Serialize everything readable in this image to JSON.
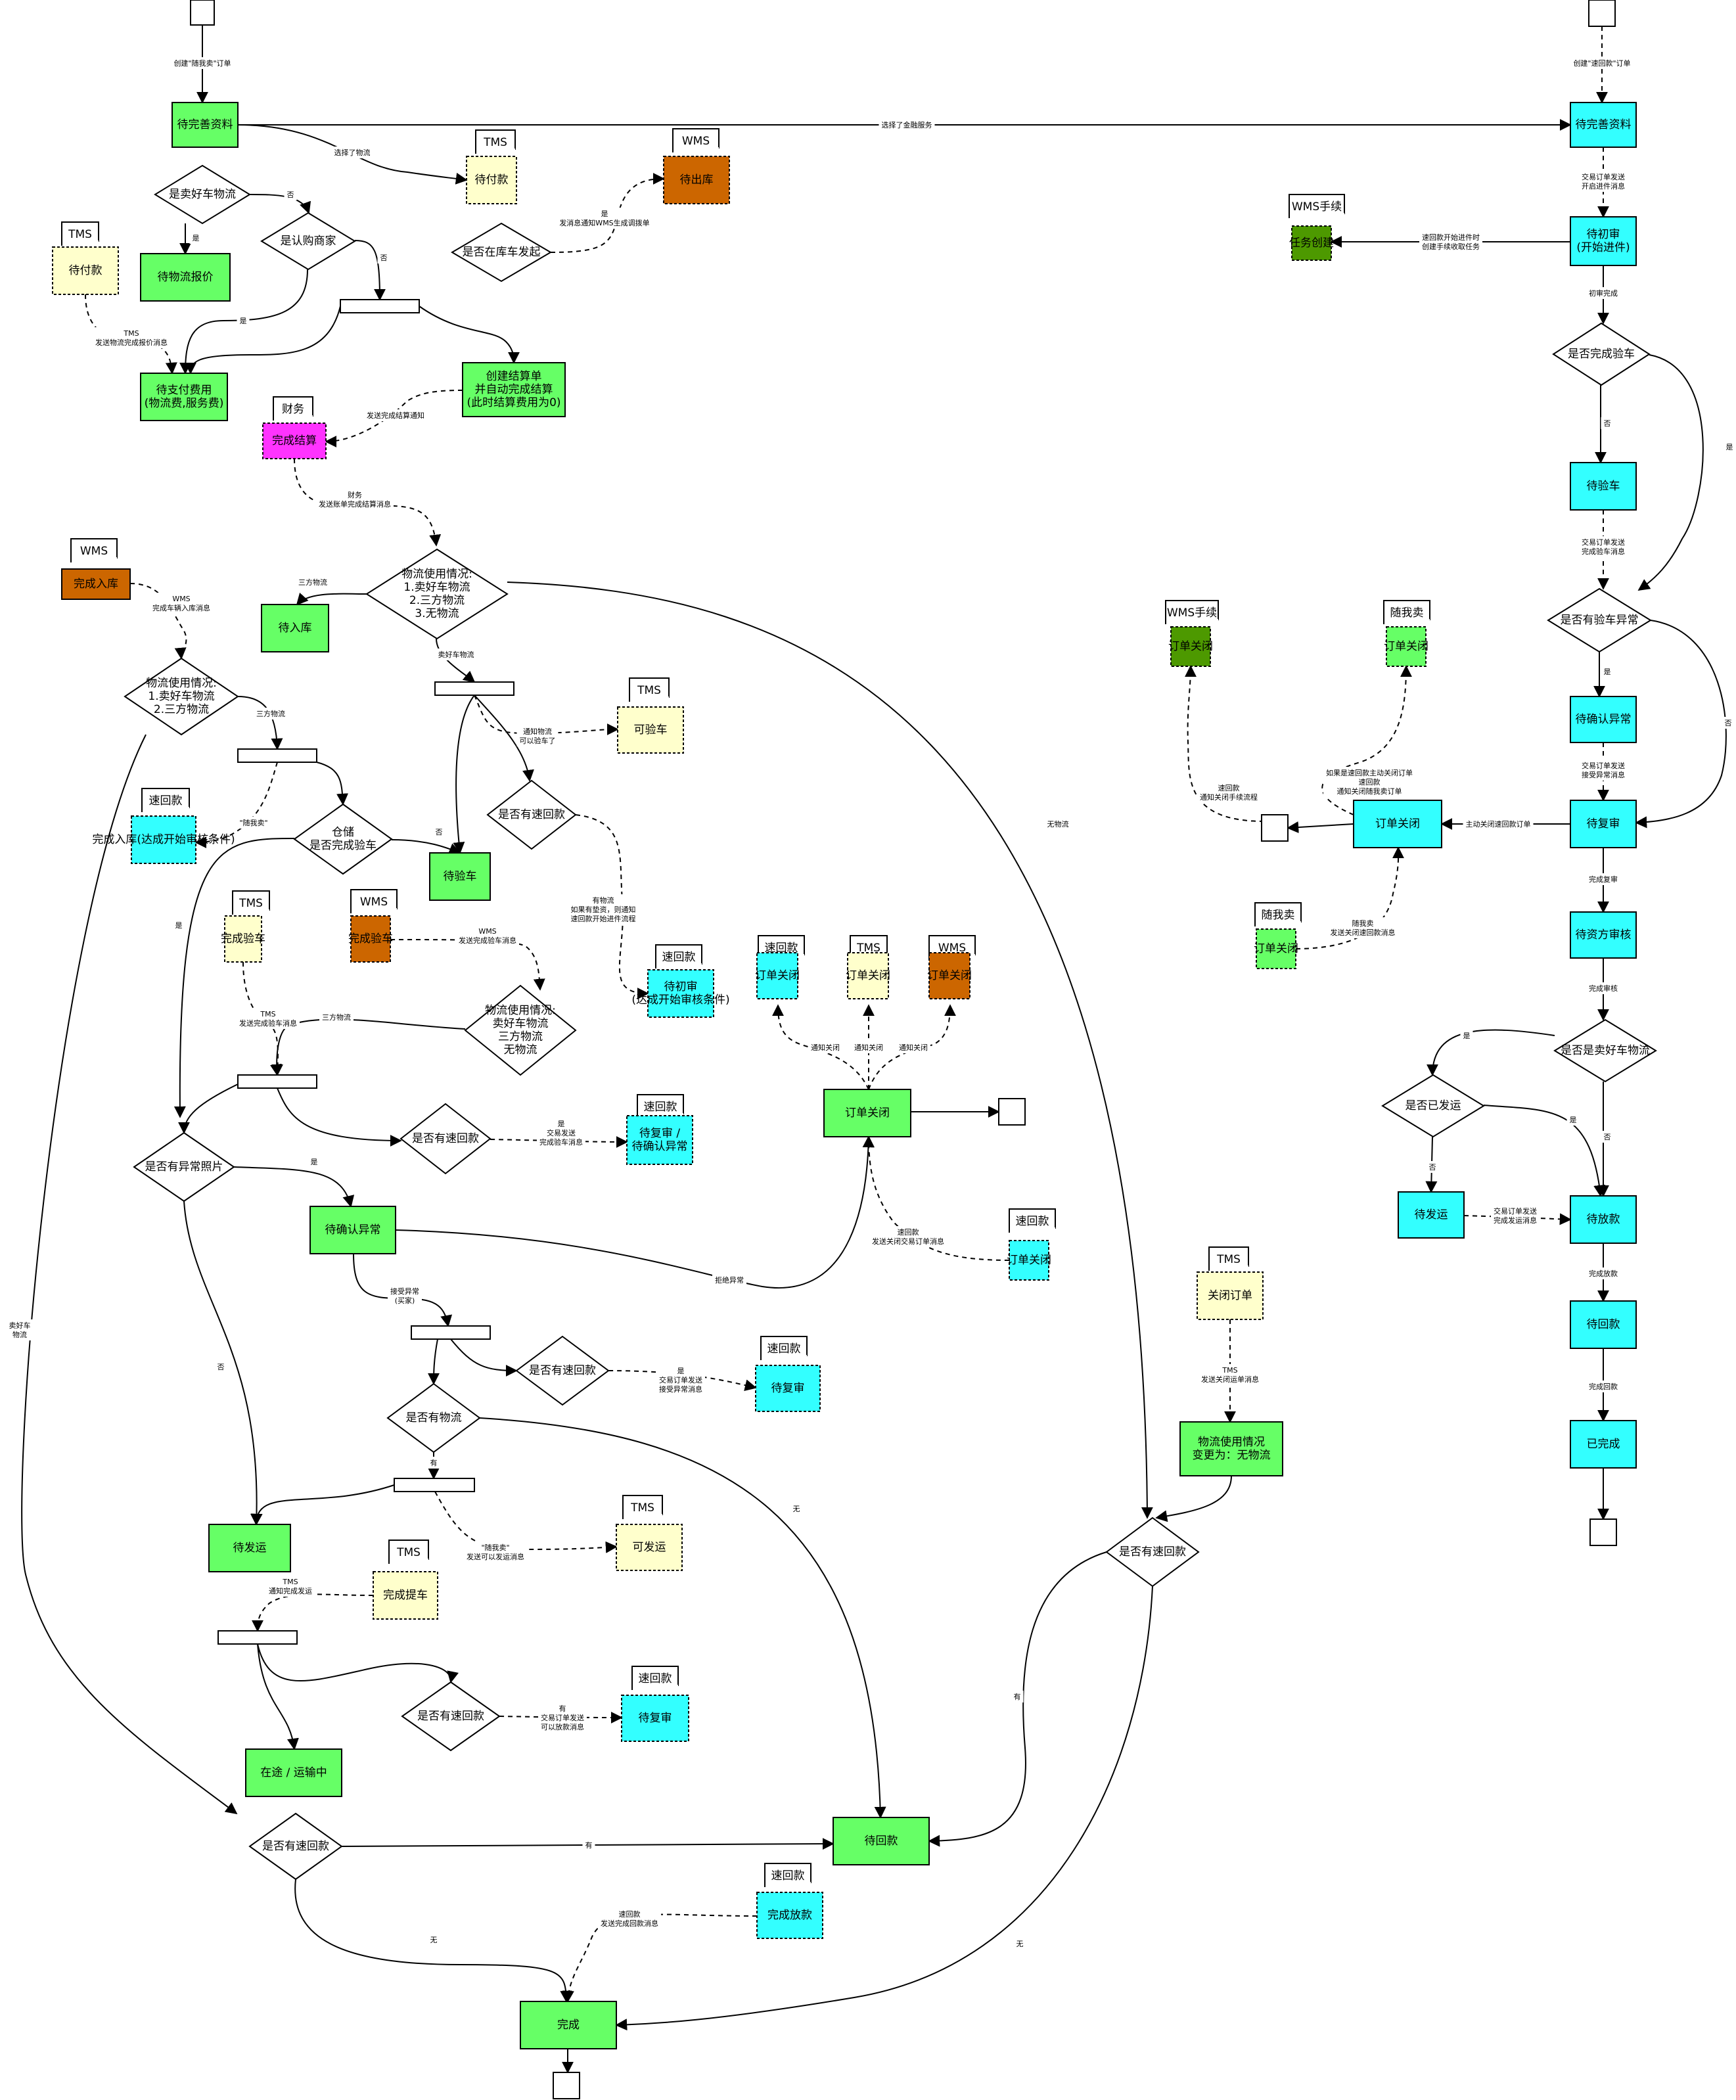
{
  "nodes": [
    {
      "id": "start1",
      "shape": "term",
      "lines": []
    },
    {
      "id": "start2",
      "shape": "term",
      "lines": []
    },
    {
      "id": "daiwanshan",
      "shape": "rect",
      "color": "green",
      "lines": [
        "待完善资料"
      ]
    },
    {
      "id": "daiwanshan_r",
      "shape": "rect",
      "color": "cyan",
      "lines": [
        "待完善资料"
      ]
    },
    {
      "id": "dai_fukuan_tms",
      "shape": "dashed",
      "color": "yellow",
      "lines": [
        "待付款"
      ]
    },
    {
      "id": "dai_chuku",
      "shape": "dashed",
      "color": "orange",
      "lines": [
        "待出库"
      ]
    },
    {
      "id": "q_maihaoche",
      "shape": "diamond",
      "lines": [
        "是卖好车物流"
      ]
    },
    {
      "id": "q_zaikuche",
      "shape": "diamond",
      "lines": [
        "是否在库车发起"
      ]
    },
    {
      "id": "q_rengou",
      "shape": "diamond",
      "lines": [
        "是认购商家"
      ]
    },
    {
      "id": "dai_wuliubaojia",
      "shape": "rect",
      "color": "green",
      "lines": [
        "待物流报价"
      ]
    },
    {
      "id": "dai_fukuan_left",
      "shape": "dashed",
      "color": "yellow",
      "lines": [
        "待付款"
      ]
    },
    {
      "id": "bar1",
      "shape": "bar",
      "lines": []
    },
    {
      "id": "dai_zhifu",
      "shape": "rect",
      "color": "green",
      "lines": [
        "待支付费用",
        "(物流费,服务费)"
      ]
    },
    {
      "id": "chuangjian_jiesuan",
      "shape": "rect",
      "color": "green",
      "lines": [
        "创建结算单",
        "并自动完成结算",
        "(此时结算费用为0)"
      ]
    },
    {
      "id": "wancheng_jiesuan",
      "shape": "dashed",
      "color": "magenta",
      "lines": [
        "完成结算"
      ]
    },
    {
      "id": "q_wuliu1",
      "shape": "diamond",
      "lines": [
        "物流使用情况:",
        "1.卖好车物流",
        "2.三方物流",
        "3.无物流"
      ]
    },
    {
      "id": "wancheng_ruku1",
      "shape": "rect",
      "color": "orange",
      "lines": [
        "完成入库"
      ]
    },
    {
      "id": "dai_ruku",
      "shape": "rect",
      "color": "green",
      "lines": [
        "待入库"
      ]
    },
    {
      "id": "q_wuliu2",
      "shape": "diamond",
      "lines": [
        "物流使用情况:",
        "1.卖好车物流",
        "2.三方物流"
      ]
    },
    {
      "id": "bar2",
      "shape": "bar",
      "lines": []
    },
    {
      "id": "keyanche",
      "shape": "dashed",
      "color": "yellow",
      "lines": [
        "可验车"
      ]
    },
    {
      "id": "q_suhuikuan1",
      "shape": "diamond",
      "lines": [
        "是否有速回款"
      ]
    },
    {
      "id": "bar3",
      "shape": "bar",
      "lines": []
    },
    {
      "id": "wancheng_ruku2",
      "shape": "dashed",
      "color": "cyan",
      "lines": [
        "完成入库(达成开始审核条件)"
      ]
    },
    {
      "id": "q_cangchu",
      "shape": "diamond",
      "lines": [
        "仓储",
        "是否完成验车"
      ]
    },
    {
      "id": "dai_yanche_l",
      "shape": "rect",
      "color": "green",
      "lines": [
        "待验车"
      ]
    },
    {
      "id": "wancheng_yanche_tms",
      "shape": "dashed",
      "color": "yellow",
      "lines": [
        "完成验车"
      ]
    },
    {
      "id": "wancheng_yanche_wms",
      "shape": "dashed",
      "color": "orange",
      "lines": [
        "完成验车"
      ]
    },
    {
      "id": "dai_chushen_l",
      "shape": "dashed",
      "color": "cyan",
      "lines": [
        "待初审",
        "(达成开始审核条件)"
      ]
    },
    {
      "id": "q_wuliu3",
      "shape": "diamond",
      "lines": [
        "物流使用情况:",
        "卖好车物流",
        "三方物流",
        "无物流"
      ]
    },
    {
      "id": "bar4",
      "shape": "bar",
      "lines": []
    },
    {
      "id": "q_suhuikuan2",
      "shape": "diamond",
      "lines": [
        "是否有速回款"
      ]
    },
    {
      "id": "dai_fushen_l",
      "shape": "dashed",
      "color": "cyan",
      "lines": [
        "待复审 /",
        "待确认异常"
      ]
    },
    {
      "id": "q_yichangzhaopian",
      "shape": "diamond",
      "lines": [
        "是否有异常照片"
      ]
    },
    {
      "id": "dai_queren_l",
      "shape": "rect",
      "color": "green",
      "lines": [
        "待确认异常"
      ]
    },
    {
      "id": "dingdan_guanbi_c",
      "shape": "rect",
      "color": "green",
      "lines": [
        "订单关闭"
      ]
    },
    {
      "id": "term_close_c",
      "shape": "term",
      "lines": []
    },
    {
      "id": "s_guanbi1",
      "shape": "dashed",
      "color": "cyan",
      "lines": [
        "订单关闭"
      ]
    },
    {
      "id": "s_guanbi2",
      "shape": "dashed",
      "color": "yellow",
      "lines": [
        "订单关闭"
      ]
    },
    {
      "id": "s_guanbi3",
      "shape": "dashed",
      "color": "orange",
      "lines": [
        "订单关闭"
      ]
    },
    {
      "id": "s_guanbi4",
      "shape": "dashed",
      "color": "cyan",
      "lines": [
        "订单关闭"
      ]
    },
    {
      "id": "bar5",
      "shape": "bar",
      "lines": []
    },
    {
      "id": "q_suhuikuan3",
      "shape": "diamond",
      "lines": [
        "是否有速回款"
      ]
    },
    {
      "id": "dai_fushen2",
      "shape": "dashed",
      "color": "cyan",
      "lines": [
        "待复审"
      ]
    },
    {
      "id": "q_youwuliu",
      "shape": "diamond",
      "lines": [
        "是否有物流"
      ]
    },
    {
      "id": "bar6",
      "shape": "bar",
      "lines": []
    },
    {
      "id": "kefayun",
      "shape": "dashed",
      "color": "yellow",
      "lines": [
        "可发运"
      ]
    },
    {
      "id": "dai_fayun_l",
      "shape": "rect",
      "color": "green",
      "lines": [
        "待发运"
      ]
    },
    {
      "id": "wancheng_tiche",
      "shape": "dashed",
      "color": "yellow",
      "lines": [
        "完成提车"
      ]
    },
    {
      "id": "bar7",
      "shape": "bar",
      "lines": []
    },
    {
      "id": "q_suhuikuan4",
      "shape": "diamond",
      "lines": [
        "是否有速回款"
      ]
    },
    {
      "id": "dai_fushen3",
      "shape": "dashed",
      "color": "cyan",
      "lines": [
        "待复审"
      ]
    },
    {
      "id": "zaitu",
      "shape": "rect",
      "color": "green",
      "lines": [
        "在途 / 运输中"
      ]
    },
    {
      "id": "q_suhuikuan5",
      "shape": "diamond",
      "lines": [
        "是否有速回款"
      ]
    },
    {
      "id": "dai_huikuan_c",
      "shape": "rect",
      "color": "green",
      "lines": [
        "待回款"
      ]
    },
    {
      "id": "wancheng_fangkuan",
      "shape": "dashed",
      "color": "cyan",
      "lines": [
        "完成放款"
      ]
    },
    {
      "id": "wancheng",
      "shape": "rect",
      "color": "green",
      "lines": [
        "完成"
      ]
    },
    {
      "id": "term_end_c",
      "shape": "term",
      "lines": []
    },
    {
      "id": "guanbi_dingdan_tms",
      "shape": "dashed",
      "color": "yellow",
      "lines": [
        "关闭订单"
      ]
    },
    {
      "id": "wuliu_biangeng",
      "shape": "rect",
      "color": "green",
      "lines": [
        "物流使用情况",
        "变更为：无物流"
      ]
    },
    {
      "id": "q_suhuikuan6",
      "shape": "diamond",
      "lines": [
        "是否有速回款"
      ]
    },
    {
      "id": "renwu_chuangjian",
      "shape": "dashed",
      "color": "darkgreen",
      "lines": [
        "任务创建"
      ]
    },
    {
      "id": "dai_chushen_r",
      "shape": "rect",
      "color": "cyan",
      "lines": [
        "待初审",
        "(开始进件)"
      ]
    },
    {
      "id": "q_yanche_r",
      "shape": "diamond",
      "lines": [
        "是否完成验车"
      ]
    },
    {
      "id": "dai_yanche_r",
      "shape": "rect",
      "color": "cyan",
      "lines": [
        "待验车"
      ]
    },
    {
      "id": "q_yanche_yichang",
      "shape": "diamond",
      "lines": [
        "是否有验车异常"
      ]
    },
    {
      "id": "dai_queren_r",
      "shape": "rect",
      "color": "cyan",
      "lines": [
        "待确认异常"
      ]
    },
    {
      "id": "dai_fushen_r",
      "shape": "rect",
      "color": "cyan",
      "lines": [
        "待复审"
      ]
    },
    {
      "id": "dingdan_guanbi_r",
      "shape": "rect",
      "color": "cyan",
      "lines": [
        "订单关闭"
      ]
    },
    {
      "id": "term_close_r",
      "shape": "term",
      "lines": []
    },
    {
      "id": "s_guanbi_wmsshouxu",
      "shape": "dashed",
      "color": "darkgreen",
      "lines": [
        "订单关闭"
      ]
    },
    {
      "id": "s_guanbi_suiwomai",
      "shape": "dashed",
      "color": "lightgreen",
      "lines": [
        "订单关闭"
      ]
    },
    {
      "id": "s_guanbi_suiwomai2",
      "shape": "dashed",
      "color": "lightgreen",
      "lines": [
        "订单关闭"
      ]
    },
    {
      "id": "dai_zifang",
      "shape": "rect",
      "color": "cyan",
      "lines": [
        "待资方审核"
      ]
    },
    {
      "id": "q_maihaoche_r",
      "shape": "diamond",
      "lines": [
        "是否是卖好车物流"
      ]
    },
    {
      "id": "q_yifayun",
      "shape": "diamond",
      "lines": [
        "是否已发运"
      ]
    },
    {
      "id": "dai_fayun_r",
      "shape": "rect",
      "color": "cyan",
      "lines": [
        "待发运"
      ]
    },
    {
      "id": "dai_fangkuan",
      "shape": "rect",
      "color": "cyan",
      "lines": [
        "待放款"
      ]
    },
    {
      "id": "dai_huikuan_r",
      "shape": "rect",
      "color": "cyan",
      "lines": [
        "待回款"
      ]
    },
    {
      "id": "yiwancheng",
      "shape": "rect",
      "color": "cyan",
      "lines": [
        "已完成"
      ]
    },
    {
      "id": "term_end_r",
      "shape": "term",
      "lines": []
    }
  ],
  "badges": [
    {
      "id": "b_tms1",
      "text": "TMS"
    },
    {
      "id": "b_wms1",
      "text": "WMS"
    },
    {
      "id": "b_tms2",
      "text": "TMS"
    },
    {
      "id": "b_caiwu",
      "text": "财务"
    },
    {
      "id": "b_wms2",
      "text": "WMS"
    },
    {
      "id": "b_tms3",
      "text": "TMS"
    },
    {
      "id": "b_suhuikuan1",
      "text": "速回款"
    },
    {
      "id": "b_tms4",
      "text": "TMS"
    },
    {
      "id": "b_wms3",
      "text": "WMS"
    },
    {
      "id": "b_suhuikuan2",
      "text": "速回款"
    },
    {
      "id": "b_suhuikuan3",
      "text": "速回款"
    },
    {
      "id": "b_tms5",
      "text": "TMS"
    },
    {
      "id": "b_wms4",
      "text": "WMS"
    },
    {
      "id": "b_suhuikuan4",
      "text": "速回款"
    },
    {
      "id": "b_suhuikuan5",
      "text": "速回款"
    },
    {
      "id": "b_suhuikuan6",
      "text": "速回款"
    },
    {
      "id": "b_tms6",
      "text": "TMS"
    },
    {
      "id": "b_tms7",
      "text": "TMS"
    },
    {
      "id": "b_suhuikuan7",
      "text": "速回款"
    },
    {
      "id": "b_suhuikuan8",
      "text": "速回款"
    },
    {
      "id": "b_tms8",
      "text": "TMS"
    },
    {
      "id": "b_wmsshouxu1",
      "text": "WMS手续"
    },
    {
      "id": "b_wmsshouxu2",
      "text": "WMS手续"
    },
    {
      "id": "b_suiwomai1",
      "text": "随我卖"
    },
    {
      "id": "b_suiwomai2",
      "text": "随我卖"
    }
  ],
  "edges": [
    {
      "id": "e_start1",
      "label": [
        "创建\"随我卖\"订单"
      ]
    },
    {
      "id": "e_finance",
      "label": [
        "选择了金融服务"
      ]
    },
    {
      "id": "e_start2",
      "label": [
        "创建\"速回款\"订单"
      ]
    },
    {
      "id": "e_xuanzewuliu",
      "label": [
        "选择了物流"
      ]
    },
    {
      "id": "e_wms_diaobo",
      "label": [
        "是",
        "发消息通知WMS生成调拨单"
      ]
    },
    {
      "id": "e_mhc_no",
      "label": [
        "否"
      ]
    },
    {
      "id": "e_mhc_yes",
      "label": [
        "是"
      ]
    },
    {
      "id": "e_rg_no",
      "label": [
        "否"
      ]
    },
    {
      "id": "e_rg_yes",
      "label": [
        "是"
      ]
    },
    {
      "id": "e_tms_baojia",
      "label": [
        "TMS",
        "发送物流完成报价消息"
      ]
    },
    {
      "id": "e_jiesuan_notice",
      "label": [
        "发送完成结算通知"
      ]
    },
    {
      "id": "e_caiwu_msg",
      "label": [
        "财务",
        "发送账单完成结算消息"
      ]
    },
    {
      "id": "e_sanfang1",
      "label": [
        "三方物流"
      ]
    },
    {
      "id": "e_mhc1",
      "label": [
        "卖好车物流"
      ]
    },
    {
      "id": "e_wuwuliu1",
      "label": [
        "无物流"
      ]
    },
    {
      "id": "e_wms_ruku",
      "label": [
        "WMS",
        "完成车辆入库消息"
      ]
    },
    {
      "id": "e_sanfang2",
      "label": [
        "三方物流"
      ]
    },
    {
      "id": "e_suiwomai_q",
      "label": [
        "\"随我卖\""
      ]
    },
    {
      "id": "e_notify_yanche",
      "label": [
        "通知物流",
        "可以验车了"
      ]
    },
    {
      "id": "e_cc_no",
      "label": [
        "否"
      ]
    },
    {
      "id": "e_cc_yes",
      "label": [
        "是"
      ]
    },
    {
      "id": "e_mhc_far",
      "label": [
        "卖好车",
        "物流"
      ]
    },
    {
      "id": "e_youwuliu_chushen",
      "label": [
        "有物流",
        "如果有垫资，则通知",
        "速回款开始进件流程"
      ]
    },
    {
      "id": "e_wms_yanche",
      "label": [
        "WMS",
        "发送完成验车消息"
      ]
    },
    {
      "id": "e_tms_yanche",
      "label": [
        "TMS",
        "发送完成验车消息"
      ]
    },
    {
      "id": "e_sanfang3",
      "label": [
        "三方物流"
      ]
    },
    {
      "id": "e_shr2_yes",
      "label": [
        "是",
        "交易发送",
        "完成验车消息"
      ]
    },
    {
      "id": "e_yc_yes",
      "label": [
        "是"
      ]
    },
    {
      "id": "e_yc_no",
      "label": [
        "否"
      ]
    },
    {
      "id": "e_jujue",
      "label": [
        "拒绝异常"
      ]
    },
    {
      "id": "e_jieshou",
      "label": [
        "接受异常",
        "(买家)"
      ]
    },
    {
      "id": "e_notify_close1",
      "label": [
        "通知关闭"
      ]
    },
    {
      "id": "e_notify_close2",
      "label": [
        "通知关闭"
      ]
    },
    {
      "id": "e_notify_close3",
      "label": [
        "通知关闭"
      ]
    },
    {
      "id": "e_shk_close",
      "label": [
        "速回款",
        "发送关闭交易订单消息"
      ]
    },
    {
      "id": "e_shr3_yes",
      "label": [
        "是",
        "交易订单发送",
        "接受异常消息"
      ]
    },
    {
      "id": "e_you",
      "label": [
        "有"
      ]
    },
    {
      "id": "e_wu1",
      "label": [
        "无"
      ]
    },
    {
      "id": "e_kefayun",
      "label": [
        "\"随我卖\"",
        "发送可以发运消息"
      ]
    },
    {
      "id": "e_tms_fayun",
      "label": [
        "TMS",
        "通知完成发运"
      ]
    },
    {
      "id": "e_shr4_yes",
      "label": [
        "有",
        "交易订单发送",
        "可以放款消息"
      ]
    },
    {
      "id": "e_shr5_you",
      "label": [
        "有"
      ]
    },
    {
      "id": "e_shr5_wu",
      "label": [
        "无"
      ]
    },
    {
      "id": "e_shk_fangkuan",
      "label": [
        "速回款",
        "发送完成回款消息"
      ]
    },
    {
      "id": "e_tms_close",
      "label": [
        "TMS",
        "发送关闭运单消息"
      ]
    },
    {
      "id": "e_shr6_you",
      "label": [
        "有"
      ]
    },
    {
      "id": "e_shr6_wu",
      "label": [
        "无"
      ]
    },
    {
      "id": "e_jiaoyi_jinjian",
      "label": [
        "交易订单发送",
        "开启进件消息"
      ]
    },
    {
      "id": "e_jinjian_task",
      "label": [
        "速回款开始进件时",
        "创建手续收取任务"
      ]
    },
    {
      "id": "e_chushen_done",
      "label": [
        "初审完成"
      ]
    },
    {
      "id": "e_yr_no",
      "label": [
        "否"
      ]
    },
    {
      "id": "e_yr_yes",
      "label": [
        "是"
      ]
    },
    {
      "id": "e_yanche_msg",
      "label": [
        "交易订单发送",
        "完成验车消息"
      ]
    },
    {
      "id": "e_yy_yes",
      "label": [
        "是"
      ]
    },
    {
      "id": "e_yy_no",
      "label": [
        "否"
      ]
    },
    {
      "id": "e_jieshou_msg",
      "label": [
        "交易订单发送",
        "接受异常消息"
      ]
    },
    {
      "id": "e_zhudong",
      "label": [
        "主动关闭速回款订单"
      ]
    },
    {
      "id": "e_shk_shouxu",
      "label": [
        "速回款",
        "通知关闭手续流程"
      ]
    },
    {
      "id": "e_suiwomai_close",
      "label": [
        "如果是速回款主动关闭订单",
        "速回款",
        "通知关闭随我卖订单"
      ]
    },
    {
      "id": "e_suiwomai_shk",
      "label": [
        "随我卖",
        "发送关闭速回款消息"
      ]
    },
    {
      "id": "e_fushen_done",
      "label": [
        "完成复审"
      ]
    },
    {
      "id": "e_shenhe_done",
      "label": [
        "完成审核"
      ]
    },
    {
      "id": "e_mr_yes",
      "label": [
        "是"
      ]
    },
    {
      "id": "e_mr_no",
      "label": [
        "否"
      ]
    },
    {
      "id": "e_yf_no",
      "label": [
        "否"
      ]
    },
    {
      "id": "e_yf_yes",
      "label": [
        "是"
      ]
    },
    {
      "id": "e_fayun_msg",
      "label": [
        "交易订单发送",
        "完成发运消息"
      ]
    },
    {
      "id": "e_fangkuan_done",
      "label": [
        "完成放款"
      ]
    },
    {
      "id": "e_huikuan_done",
      "label": [
        "完成回款"
      ]
    }
  ],
  "colors": {
    "green": "#66ff66",
    "cyan": "#33ffff",
    "yellow": "#ffffcc",
    "orange": "#cc6600",
    "magenta": "#ff33ff",
    "darkgreen": "#4d9900",
    "lightgreen": "#66ff66",
    "stroke": "#000000"
  }
}
